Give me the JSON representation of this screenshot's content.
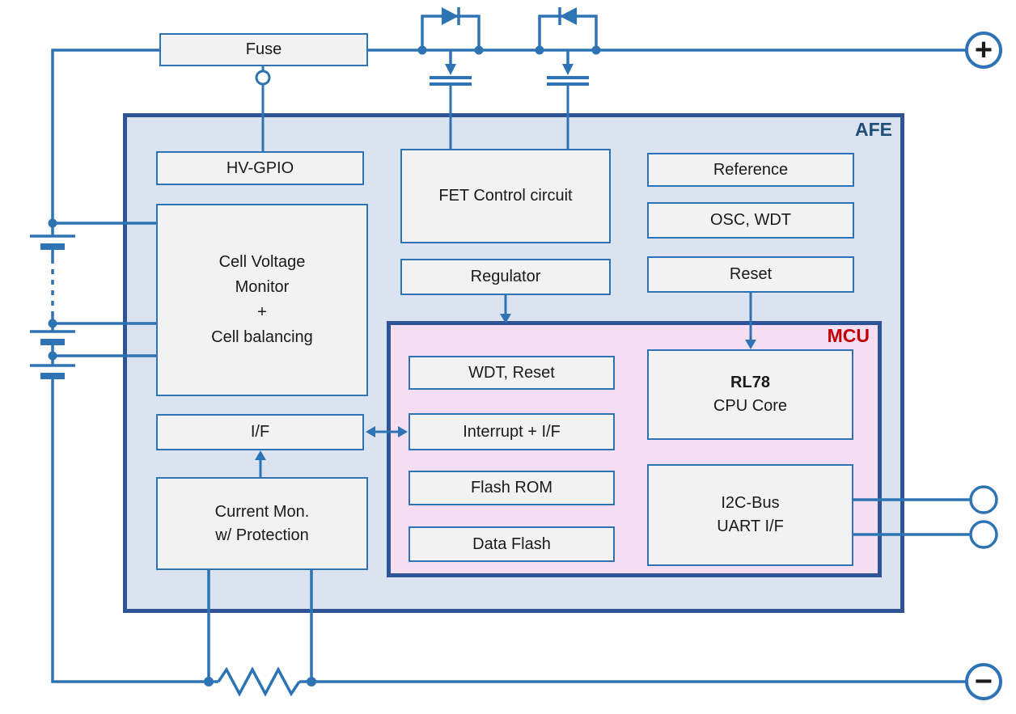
{
  "colors": {
    "wire_blue": "#2E74B5",
    "region_border_blue": "#2F5496",
    "afe_fill": "#DBE3F0",
    "mcu_fill": "#F5DEF1",
    "block_fill": "#F2F2F2",
    "afe_label_color": "#1F4E79",
    "mcu_label_color": "#C00000",
    "text_color": "#1A1A1A"
  },
  "regions": {
    "afe_label": "AFE",
    "mcu_label": "MCU"
  },
  "blocks": {
    "fuse": "Fuse",
    "hv_gpio": "HV-GPIO",
    "cell_voltage_monitor": "Cell Voltage\nMonitor\n+\nCell balancing",
    "interface": "I/F",
    "current_monitor": "Current Mon.\nw/ Protection",
    "fet_control": "FET Control circuit",
    "regulator": "Regulator",
    "reference": "Reference",
    "osc_wdt": "OSC, WDT",
    "reset": "Reset",
    "wdt_reset": "WDT, Reset",
    "interrupt_if": "Interrupt + I/F",
    "flash_rom": "Flash ROM",
    "data_flash": "Data Flash",
    "cpu_core_title": "RL78",
    "cpu_core_subtitle": "CPU Core",
    "i2c_uart": "I2C-Bus\nUART I/F"
  },
  "terminals": {
    "positive": "+",
    "negative": "−"
  },
  "symbols": {
    "mosfets": "two back-to-back MOSFETs with body diodes on positive rail",
    "battery": "stacked battery cells with dashed continuation",
    "shunt": "shunt resistor on negative rail"
  }
}
